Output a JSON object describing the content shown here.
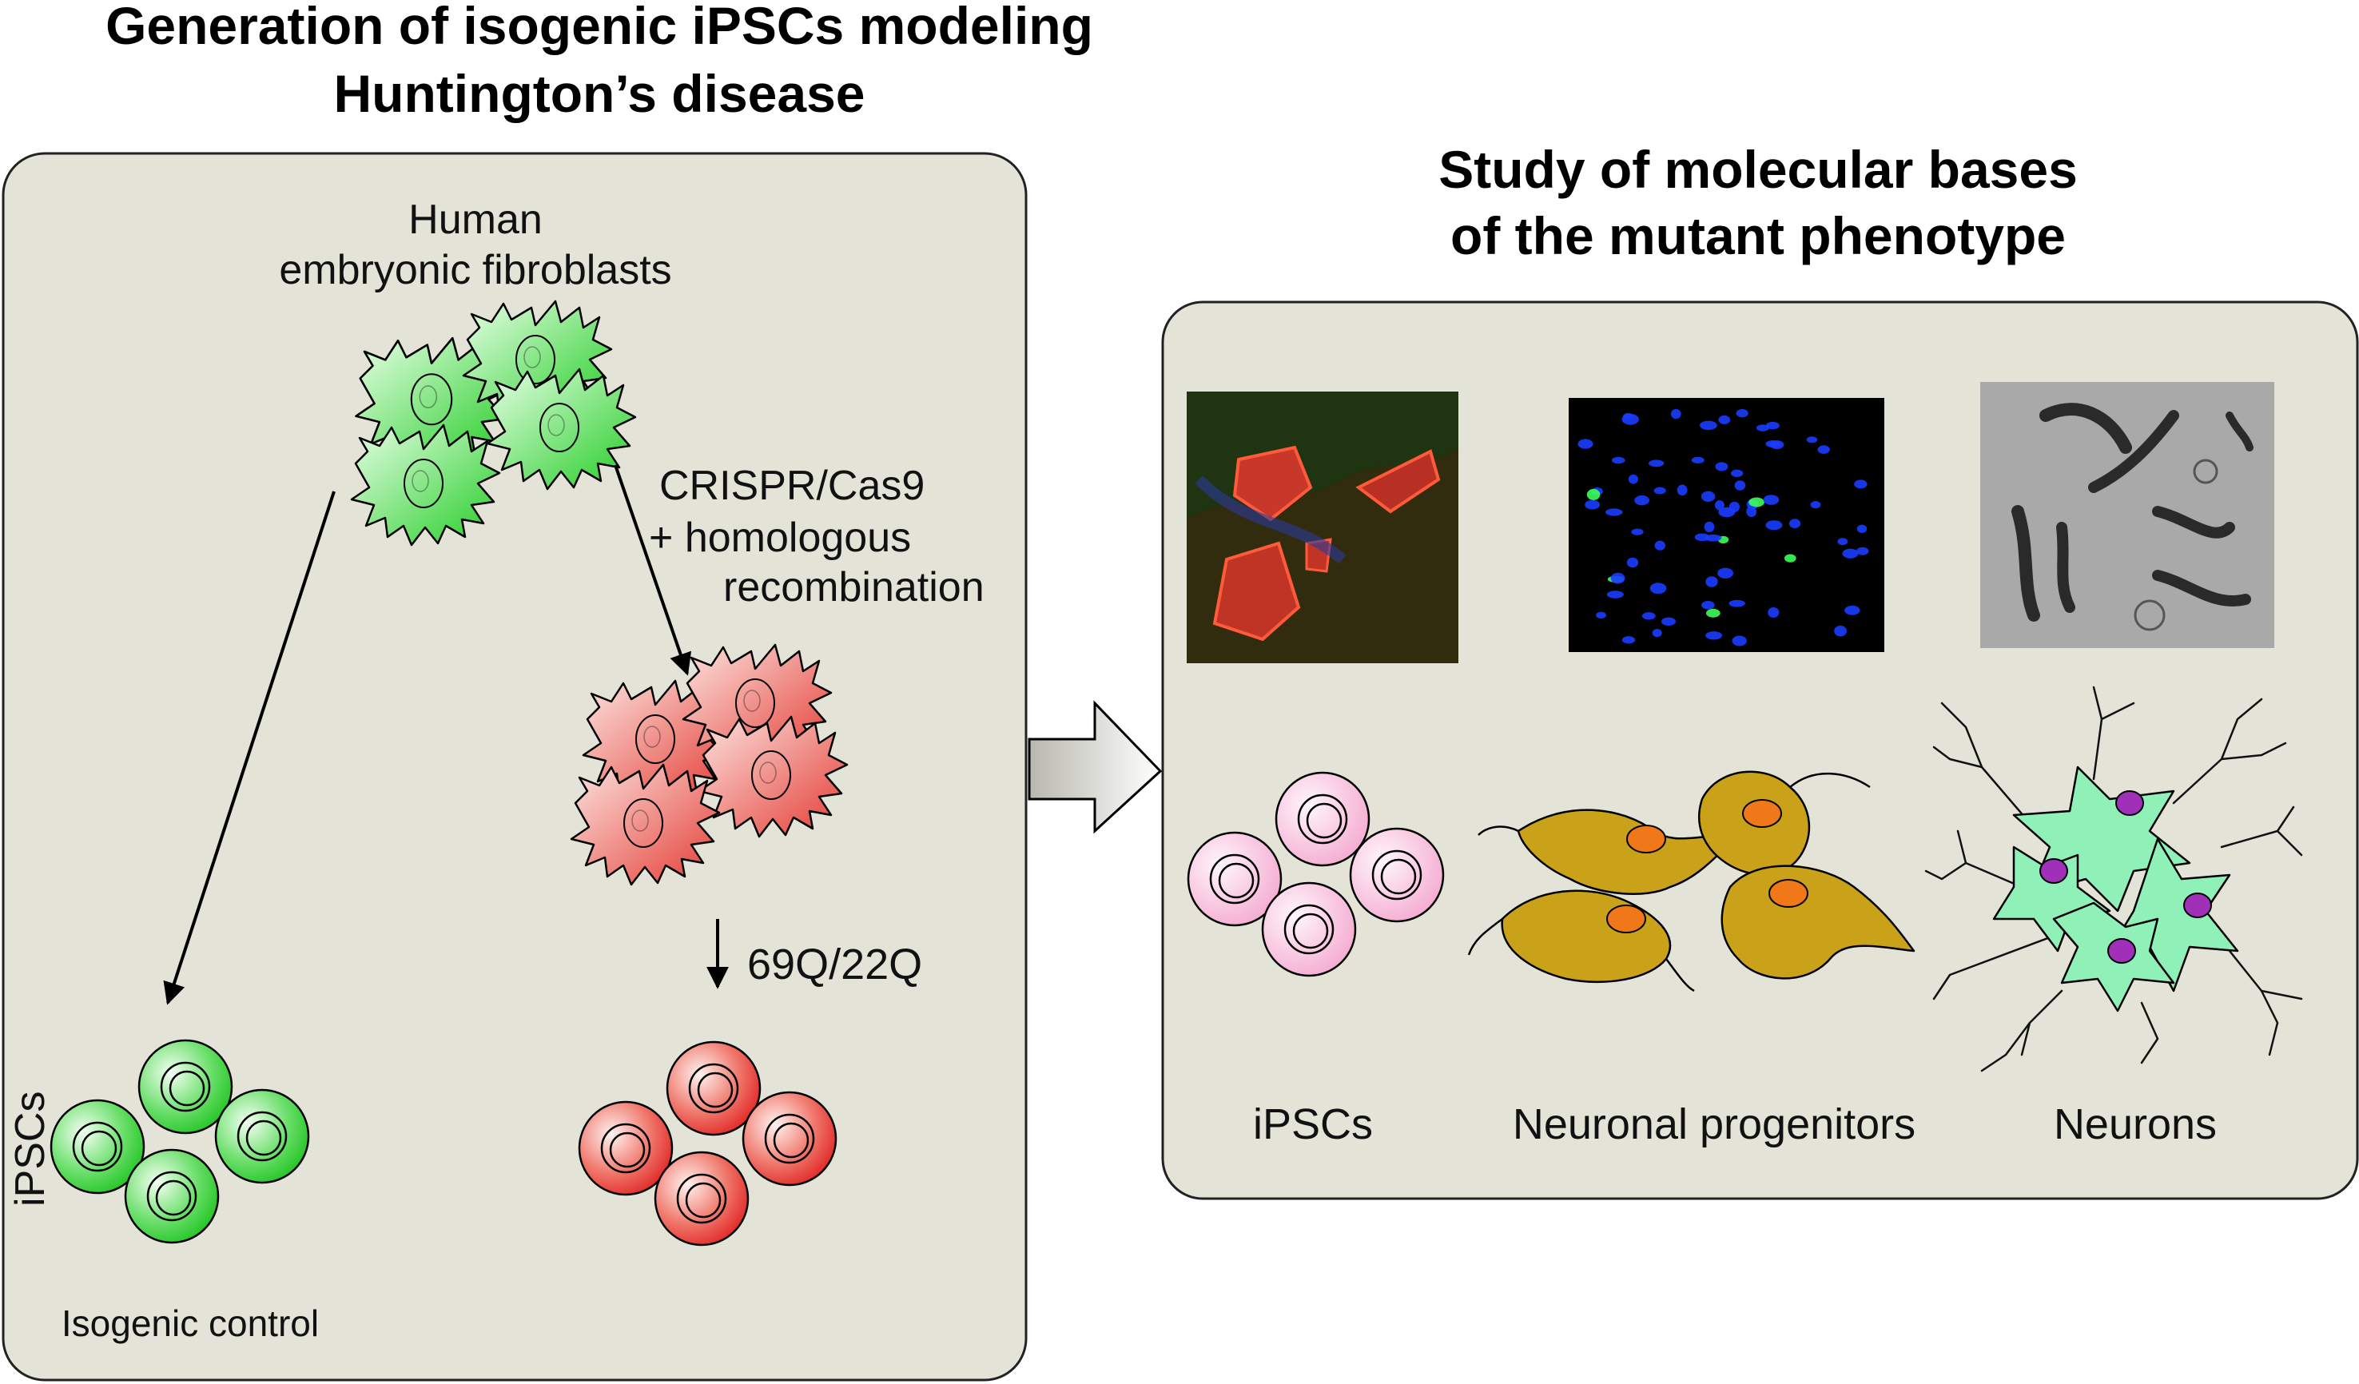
{
  "left_panel": {
    "title_line1": "Generation of isogenic iPSCs modeling",
    "title_line2": "Huntington’s disease",
    "source_line1": "Human",
    "source_line2": "embryonic fibroblasts",
    "edit_line1": "CRISPR/Cas9",
    "edit_line2": "+ homologous",
    "edit_line3": "recombination",
    "genotype_label": "69Q/22Q",
    "ipsc_side_label": "iPSCs",
    "control_label": "Isogenic control"
  },
  "right_panel": {
    "title_line1": "Study of molecular bases",
    "title_line2": "of the mutant phenotype",
    "captions": [
      "iPSCs",
      "Neuronal progenitors",
      "Neurons"
    ]
  },
  "colors": {
    "panel_fill": "#e3e3d8",
    "control_green": "#3fd13f",
    "mutant_red": "#e83c3c",
    "ipsc_pink": "#f7bfdc",
    "progenitor_gold": "#c9a21a",
    "progenitor_nucleus": "#f07818",
    "neuron_green": "#8ff0b8",
    "neuron_nucleus": "#a030b8"
  }
}
